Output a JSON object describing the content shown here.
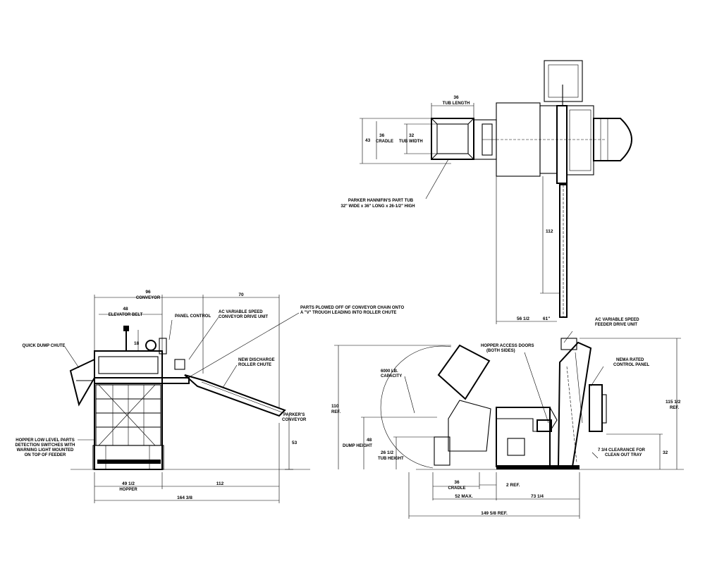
{
  "plan_view": {
    "tub_length_value": "36",
    "tub_length_label": "TUB LENGTH",
    "overall_width": "43",
    "cradle_value": "36",
    "cradle_label": "CRADLE",
    "tub_width_value": "32",
    "tub_width_label": "TUB WIDTH",
    "part_tub_line1": "PARKER HANNIFIN'S PART TUB",
    "part_tub_line2": "32\" WIDE x 36\" LONG x 26-1/2\" HIGH",
    "conveyor_run": "112",
    "base_width": "56 1/2",
    "base_width_alt": "61\""
  },
  "side_view_left": {
    "conveyor_value": "96",
    "conveyor_label": "CONVEYOR",
    "elevator_value": "48",
    "elevator_label": "ELEVATOR BELT",
    "horiz_70": "70",
    "dim_18": "18",
    "panel_control": "PANEL CONTROL",
    "ac_drive_line1": "AC VARIABLE SPEED",
    "ac_drive_line2": "CONVEYOR DRIVE UNIT",
    "parts_plowed_line1": "PARTS PLOWED OFF OF CONVEYOR CHAIN ONTO",
    "parts_plowed_line2": "A \"V\" TROUGH LEADING INTO ROLLER CHUTE",
    "quick_dump": "QUICK DUMP CHUTE",
    "discharge_line1": "NEW DISCHARGE",
    "discharge_line2": "ROLLER CHUTE",
    "parkers_line1": "PARKER'S",
    "parkers_line2": "CONVEYOR",
    "hopper_note_line1": "HOPPER LOW LEVEL PARTS",
    "hopper_note_line2": "DETECTION SWITCHES WITH",
    "hopper_note_line3": "WARNING LIGHT MOUNTED",
    "hopper_note_line4": "ON TOP OF FEEDER",
    "height_53": "53",
    "hopper_value": "49 1/2",
    "hopper_label": "HOPPER",
    "dim_112": "112",
    "overall": "164 3/8"
  },
  "side_view_right": {
    "ac_feeder_line1": "AC VARIABLE SPEED",
    "ac_feeder_line2": "FEEDER DRIVE UNIT",
    "access_doors_line1": "HOPPER ACCESS DOORS",
    "access_doors_line2": "(BOTH SIDES)",
    "nema_line1": "NEMA RATED",
    "nema_line2": "CONTROL PANEL",
    "capacity_line1": "6000 LB.",
    "capacity_line2": "CAPACITY",
    "height_110": "110",
    "height_110_ref": "REF.",
    "dump_value": "48",
    "dump_label": "DUMP HEIGHT",
    "tub_height_value": "26 1/2",
    "tub_height_label": "TUB HEIGHT",
    "height_115": "115 1/2",
    "height_115_ref": "REF.",
    "clearance_line1": "7 3/4 CLEARANCE FOR",
    "clearance_line2": "CLEAN OUT TRAY",
    "dim_32": "32",
    "cradle_value": "36",
    "cradle_label": "CRADLE",
    "dim_2ref": "2 REF.",
    "max_52": "52 MAX.",
    "dim_73": "73 1/4",
    "overall": "149 5/8 REF."
  }
}
